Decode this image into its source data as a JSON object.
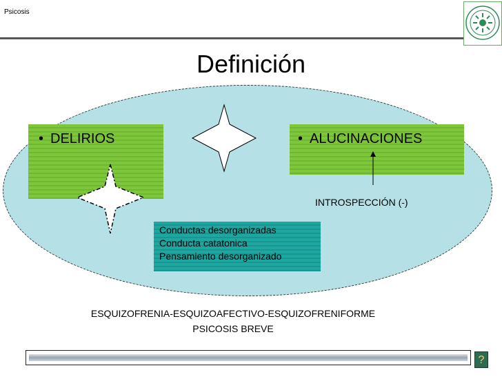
{
  "header": {
    "label": "Psicosis"
  },
  "title": "Definición",
  "left_box": {
    "bullet": "•",
    "label": "DELIRIOS"
  },
  "right_box": {
    "bullet": "•",
    "label": "ALUCINACIONES"
  },
  "introspection": "INTROSPECCIÓN (-)",
  "center_box": {
    "lines": [
      "Conductas desorganizadas",
      "Conducta catatonica",
      "Pensamiento desorganizado"
    ]
  },
  "bottom": {
    "line1": "ESQUIZOFRENIA-ESQUIZOAFECTIVO-ESQUIZOFRENIFORME",
    "line2": "PSICOSIS BREVE"
  },
  "footer": {
    "help_label": "?"
  },
  "icons": {
    "logo": "university-seal-icon",
    "star_top": "four-point-star-icon",
    "star_left": "four-point-star-icon",
    "arrow": "arrow-up-icon"
  },
  "colors": {
    "green": "#7ec63a",
    "teal": "#1ea6a0",
    "ellipse": "#b5e0e6",
    "logo_green": "#2e8b57"
  }
}
